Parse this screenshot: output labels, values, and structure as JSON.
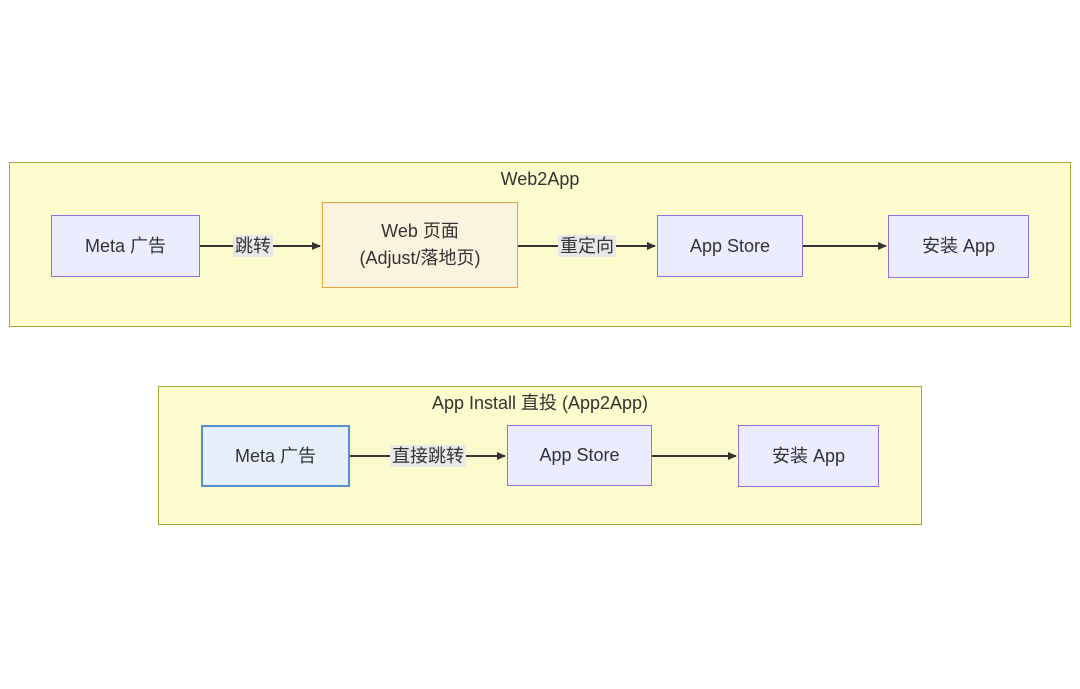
{
  "theme": {
    "canvas_bg": "#ffffff",
    "cluster_fill": "#fbfbcd",
    "cluster_border": "#a9a93a",
    "node_fill": "#ececff",
    "node_border": "#9370db",
    "web_node_fill": "#fcf3de",
    "web_node_border": "#e6a53f",
    "blue_node_fill": "#e7f0fa",
    "blue_node_border": "#5591d2",
    "edge_color": "#333333",
    "edge_label_bg": "#e8e8e8",
    "text_color": "#333333"
  },
  "web2app": {
    "title": "Web2App",
    "nodes": {
      "meta_ad": "Meta 广告",
      "web_page_line1": "Web 页面",
      "web_page_line2": "(Adjust/落地页)",
      "app_store": "App Store",
      "install_app": "安装 App"
    },
    "edges": {
      "jump": "跳转",
      "redirect": "重定向"
    }
  },
  "app2app": {
    "title": "App Install 直投 (App2App)",
    "nodes": {
      "meta_ad": "Meta 广告",
      "app_store": "App Store",
      "install_app": "安装 App"
    },
    "edges": {
      "direct_jump": "直接跳转"
    }
  }
}
